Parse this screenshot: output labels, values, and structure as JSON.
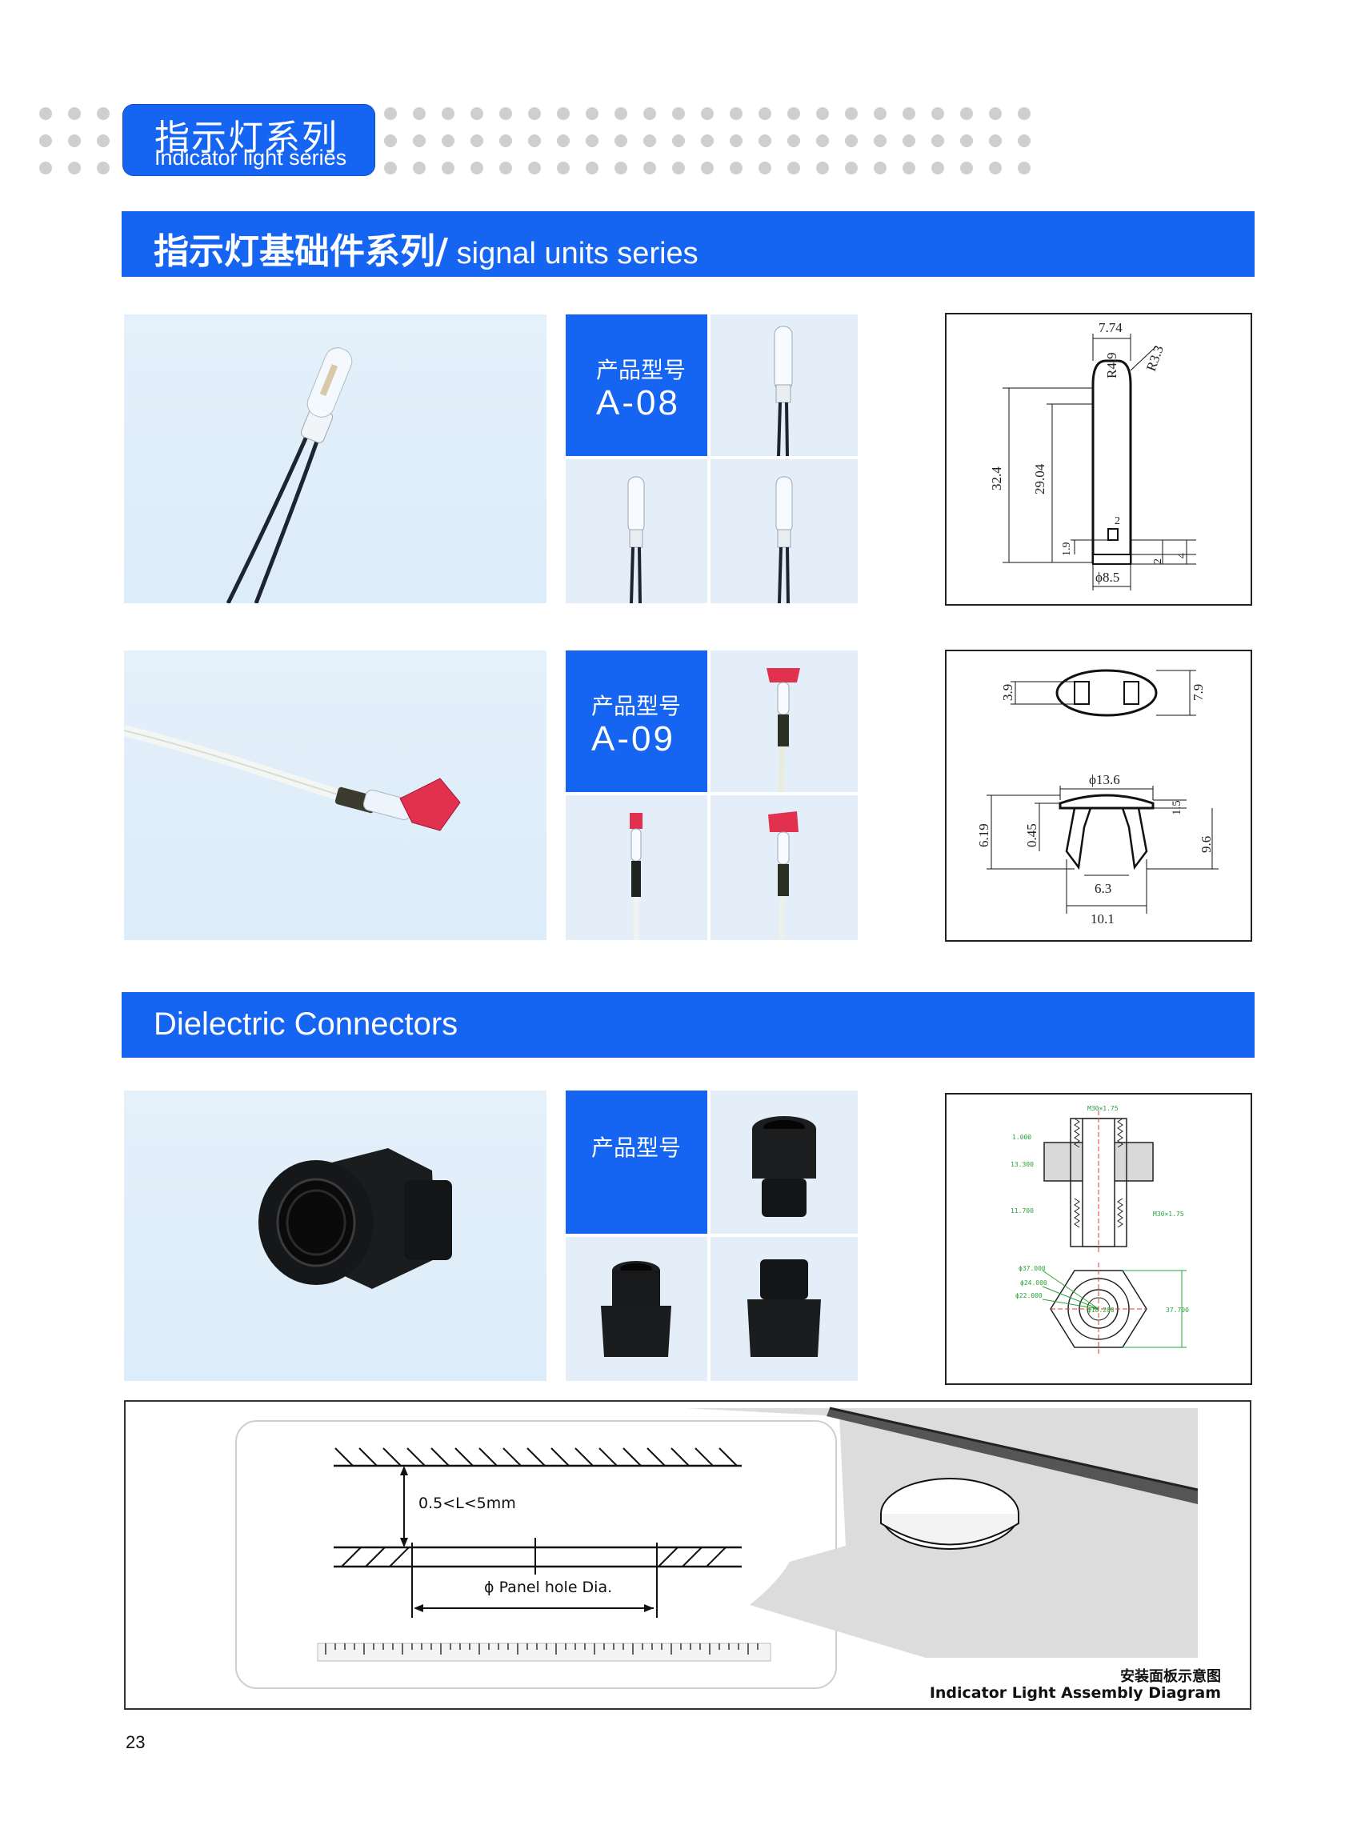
{
  "header": {
    "series_title_cn": "指示灯系列",
    "series_title_en": "Indicator light series"
  },
  "sections": [
    {
      "title_cn": "指示灯基础件系列/",
      "title_en": " signal units series"
    },
    {
      "title": "Dielectric Connectors"
    }
  ],
  "products": [
    {
      "model_label": "产品型号",
      "model_code": "A-08",
      "drawing_dims": [
        "7.74",
        "R4.9",
        "R3.3",
        "32.4",
        "29.04",
        "1.9",
        "2",
        "2",
        "4",
        "ϕ8.5"
      ]
    },
    {
      "model_label": "产品型号",
      "model_code": "A-09",
      "drawing_dims": [
        "3.9",
        "7.9",
        "ϕ13.6",
        "6.19",
        "0.45",
        "1.5",
        "9.6",
        "6.3",
        "10.1"
      ]
    },
    {
      "model_label": "产品型号",
      "model_code": "",
      "drawing_dims": [
        "M30×1.75",
        "1.000",
        "13.300",
        "11.700",
        "M30×1.75",
        "ϕ37.000",
        "ϕ24.000",
        "ϕ22.000",
        "ϕ18.200",
        "37.700"
      ]
    }
  ],
  "assembly": {
    "dimension_text": "0.5<L<5mm",
    "hole_text": "ϕ Panel hole Dia.",
    "caption_cn": "安装面板示意图",
    "caption_en": "Indicator Light Assembly Diagram"
  },
  "page_number": "23",
  "colors": {
    "accent_blue": "#1565f2",
    "dot_gray": "#cfcfcf"
  }
}
